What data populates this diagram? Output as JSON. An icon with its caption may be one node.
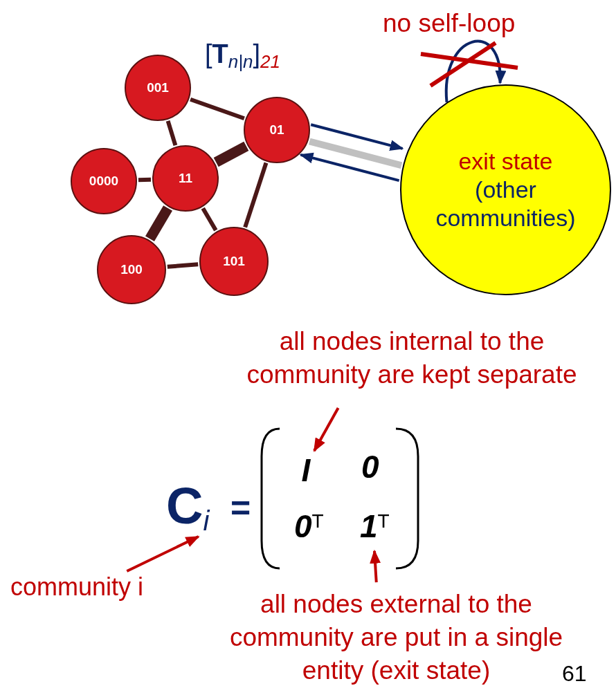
{
  "diagram": {
    "nodes": [
      {
        "text": [
          "001"
        ]
      },
      {
        "text": [
          "01"
        ]
      },
      {
        "text": [
          "0000"
        ]
      },
      {
        "text": [
          "11"
        ]
      },
      {
        "text": [
          "100"
        ]
      },
      {
        "text": [
          "101"
        ]
      },
      {
        "text": [
          "exit state",
          "(other communities)"
        ]
      },
      {
        "text": [
          "all nodes internal to the community are kept separate"
        ]
      },
      {
        "text": [
          "I"
        ]
      },
      {
        "text": [
          "C$_{i}$"
        ]
      },
      {
        "text": [
          "1$^{T}$"
        ]
      },
      {
        "text": [
          "community i"
        ]
      },
      {
        "text": [
          "all nodes external to the community are put in a single entity (exit state)"
        ]
      }
    ],
    "edges": [
      {
        "from": 0,
        "to": 3,
        "arrow": "none"
      },
      {
        "from": 0,
        "to": 1,
        "arrow": "none"
      },
      {
        "from": 2,
        "to": 3,
        "arrow": "none"
      },
      {
        "from": 3,
        "to": 1,
        "arrow": "none",
        "style": "thick"
      },
      {
        "from": 3,
        "to": 4,
        "arrow": "none",
        "style": "thick"
      },
      {
        "from": 3,
        "to": 5,
        "arrow": "none"
      },
      {
        "from": 1,
        "to": 5,
        "arrow": "none"
      },
      {
        "from": 4,
        "to": 5,
        "arrow": "none"
      },
      {
        "from": 1,
        "to": 6,
        "arrow": "none",
        "color": "#c0c0c0"
      },
      {
        "from": 1,
        "to": 6,
        "arrow": "to",
        "color": "#0b2466"
      },
      {
        "from": 6,
        "to": 1,
        "arrow": "to",
        "color": "#0b2466"
      },
      {
        "from": 6,
        "to": 6,
        "arrow": "to",
        "color": "#0b2466"
      },
      {
        "from": 7,
        "to": 8,
        "arrow": "to",
        "color": "#c00000"
      },
      {
        "from": 11,
        "to": 9,
        "arrow": "to",
        "color": "#c00000"
      },
      {
        "from": 12,
        "to": 10,
        "arrow": "to",
        "color": "#c00000"
      }
    ],
    "labels": [
      "no self-loop",
      "[**T**$_{n|n}$]$_{21}$",
      "=",
      "0",
      "0$^{T}$",
      "61"
    ]
  }
}
